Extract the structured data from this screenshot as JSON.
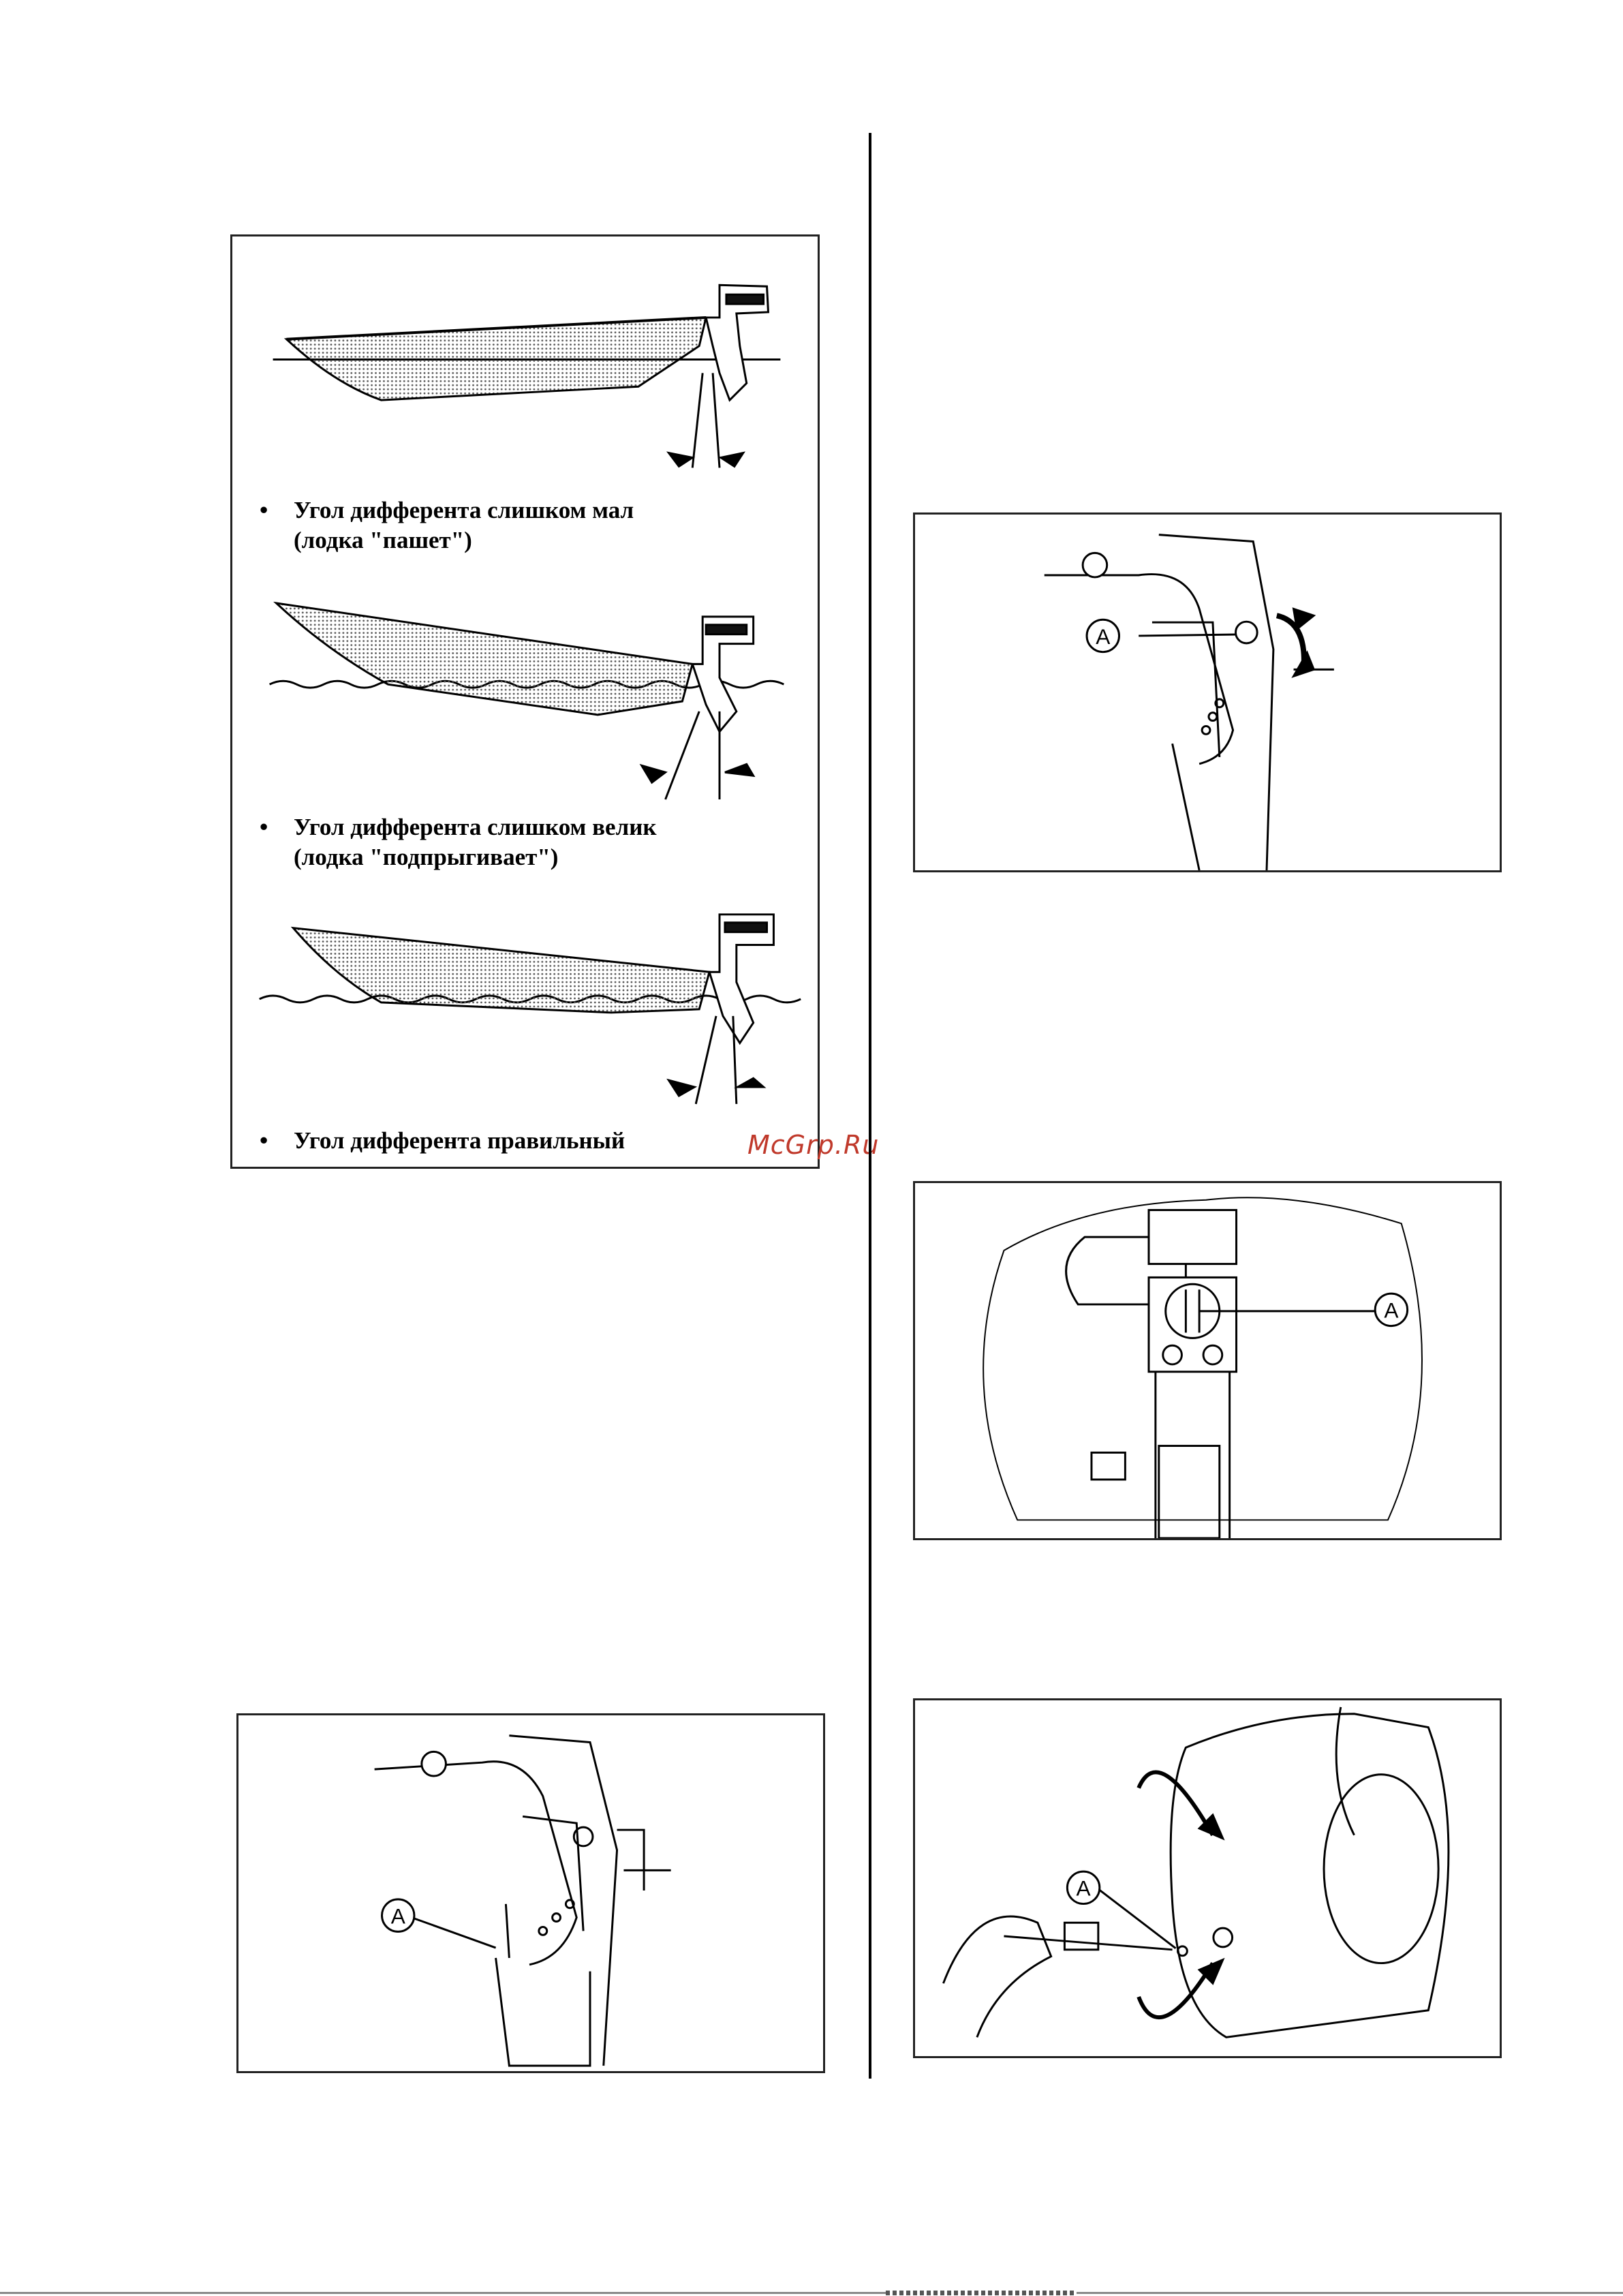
{
  "trim_figure": {
    "captions": [
      {
        "bullet": "•",
        "line1": "Угол дифферента слишком мал",
        "line2": "(лодка \"пашет\")"
      },
      {
        "bullet": "•",
        "line1": "Угол дифферента слишком велик",
        "line2": "(лодка \"подпрыгивает\")"
      },
      {
        "bullet": "•",
        "line1": "Угол дифферента правильный",
        "line2": ""
      }
    ]
  },
  "callouts": {
    "tilt_pin": "A",
    "trim_bolt": "A",
    "adjust_screw": "A",
    "tilt_lever": "A"
  },
  "watermark": "McGrp.Ru"
}
